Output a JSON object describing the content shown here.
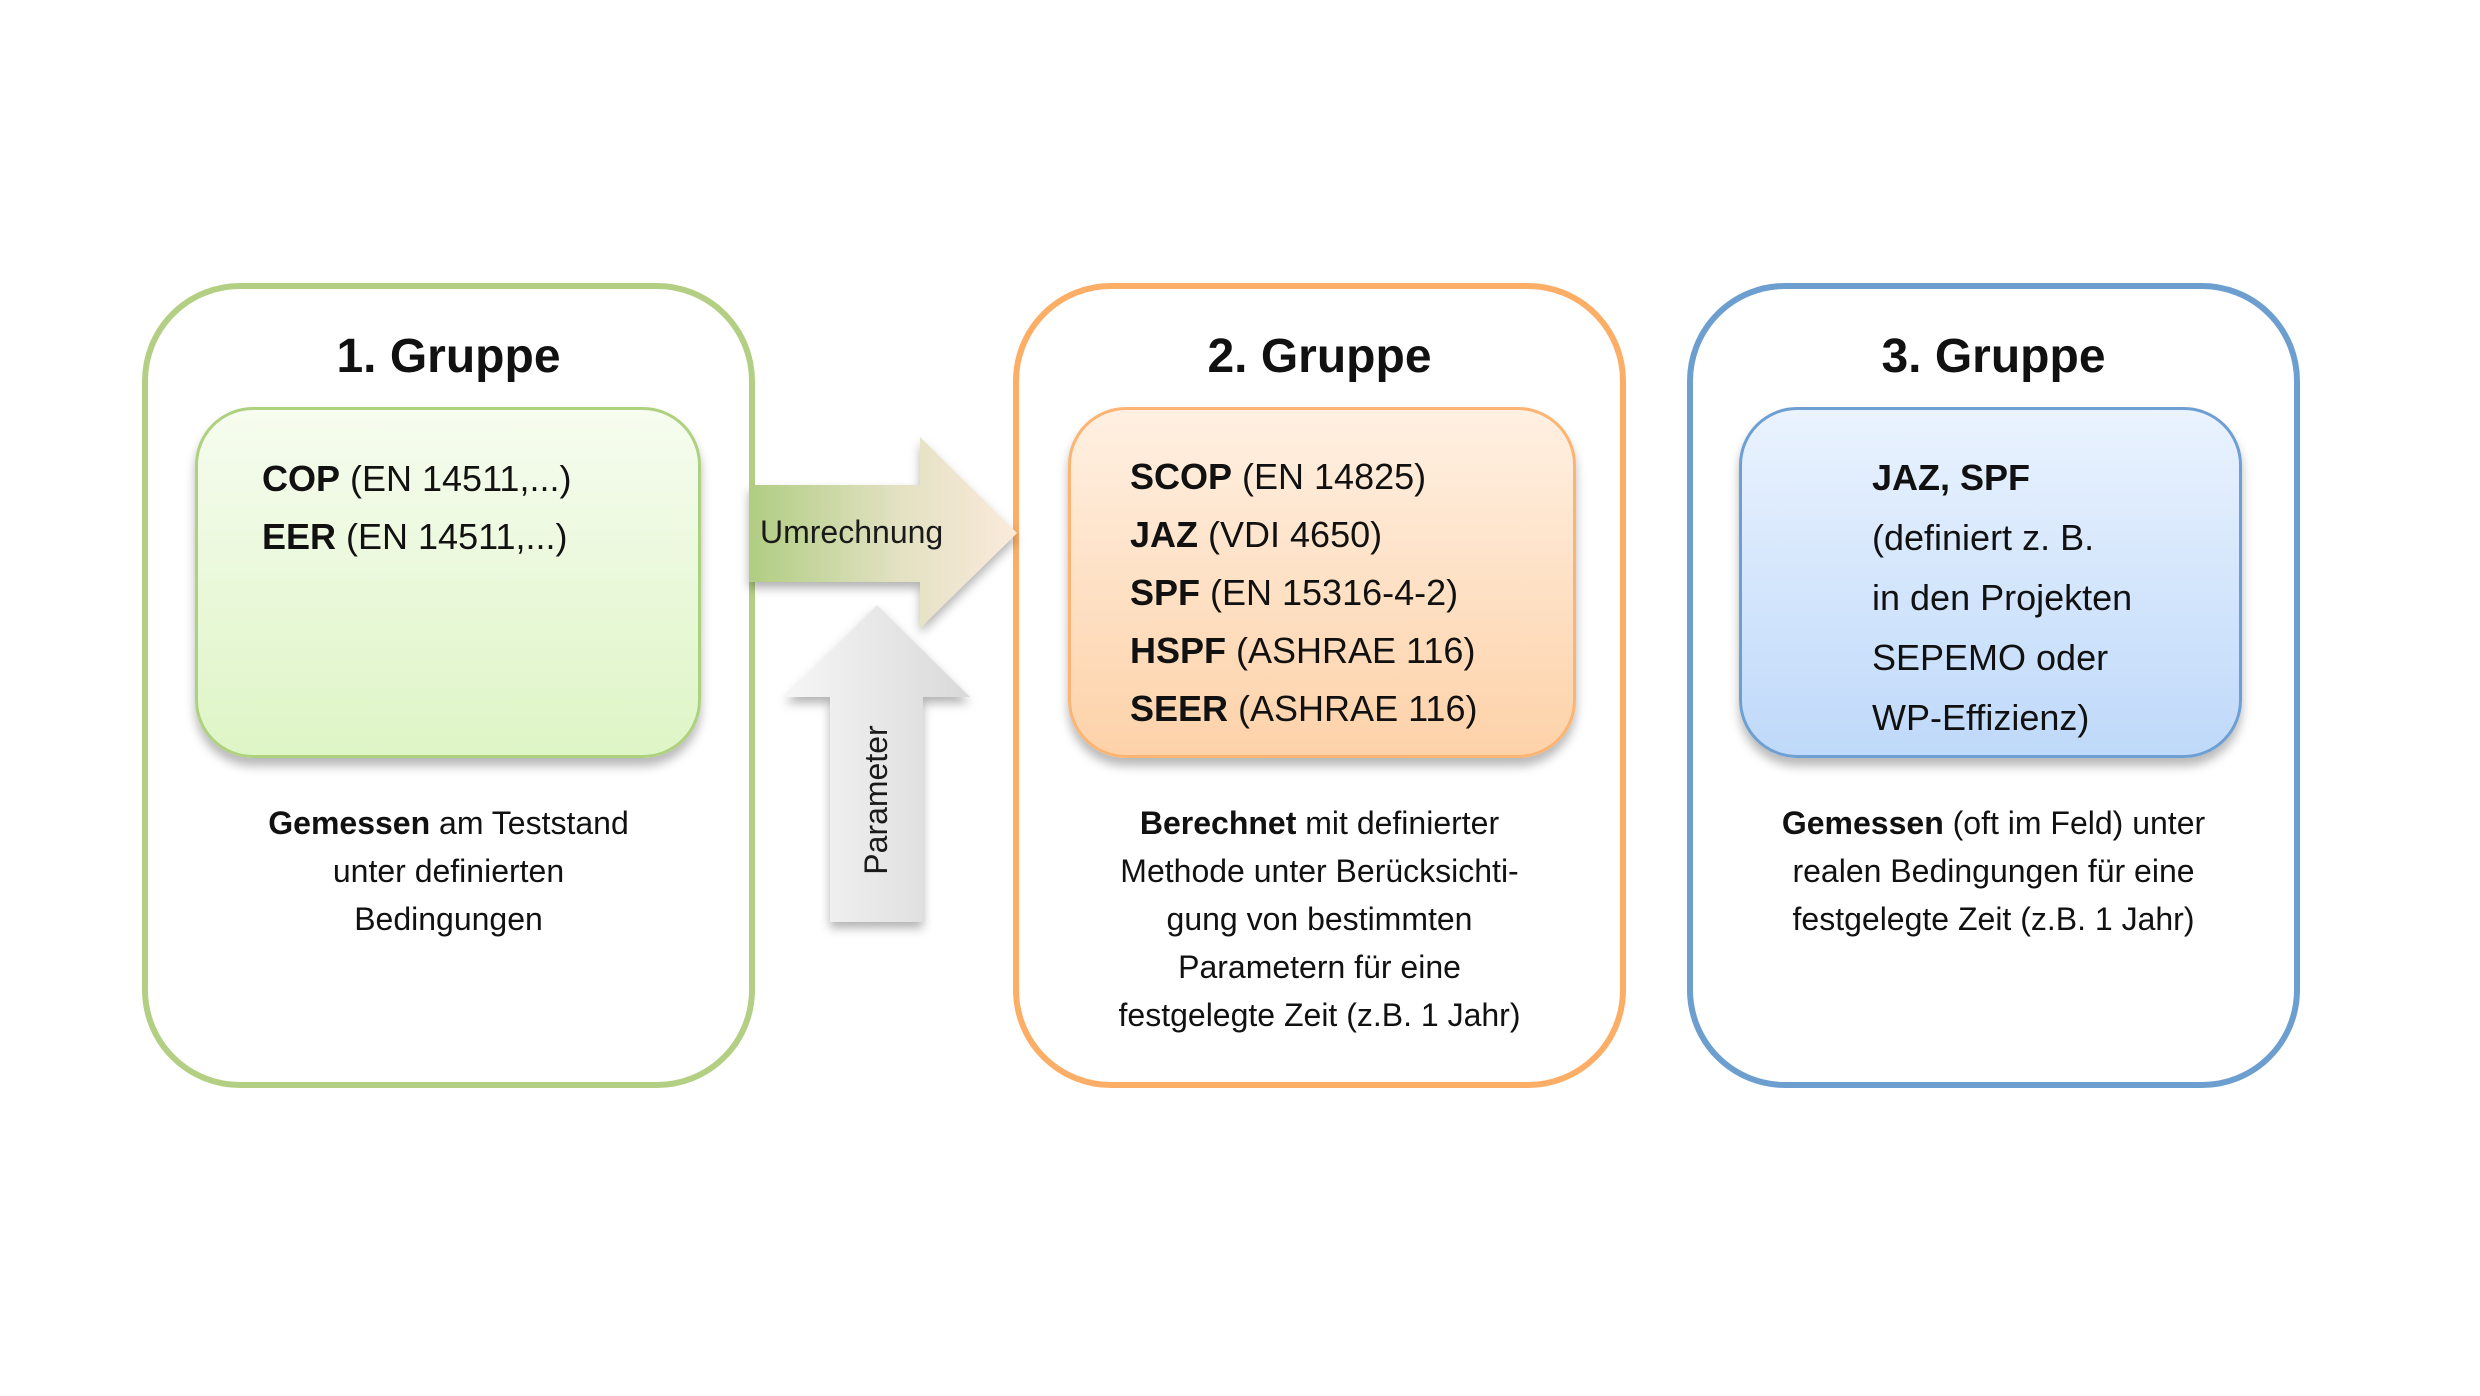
{
  "groups": [
    {
      "title": "1. Gruppe",
      "color": "#b3cf84",
      "metrics": [
        {
          "name": "COP",
          "detail": " (EN 14511,...)"
        },
        {
          "name": "EER",
          "detail": " (EN 14511,...)"
        }
      ],
      "caption": {
        "bold": "Gemessen",
        "lines": [
          " am Teststand",
          "unter definierten",
          "Bedingungen"
        ]
      }
    },
    {
      "title": "2. Gruppe",
      "color": "#fcae66",
      "metrics": [
        {
          "name": "SCOP",
          "detail": " (EN 14825)"
        },
        {
          "name": "JAZ",
          "detail": " (VDI 4650)"
        },
        {
          "name": "SPF",
          "detail": " (EN 15316-4-2)"
        },
        {
          "name": "HSPF",
          "detail": " (ASHRAE 116)"
        },
        {
          "name": "SEER",
          "detail": " (ASHRAE 116)"
        }
      ],
      "caption": {
        "bold": "Berechnet",
        "lines": [
          " mit definierter",
          "Methode unter Berücksichti-",
          "gung von bestimmten",
          "Parametern für eine",
          "festgelegte Zeit (z.B. 1 Jahr)"
        ]
      }
    },
    {
      "title": "3. Gruppe",
      "color": "#6c9fcf",
      "metrics_bold": "JAZ, SPF",
      "metrics_text": [
        "(definiert z. B.",
        "in den Projekten",
        "SEPEMO oder",
        "WP-Effizienz)"
      ],
      "caption": {
        "bold": "Gemessen",
        "lines": [
          " (oft im Feld) unter",
          "realen Bedingungen für eine",
          "festgelegte Zeit (z.B. 1 Jahr)"
        ]
      }
    }
  ],
  "arrows": {
    "conversion_label": "Umrechnung",
    "parameter_label": "Parameter"
  }
}
